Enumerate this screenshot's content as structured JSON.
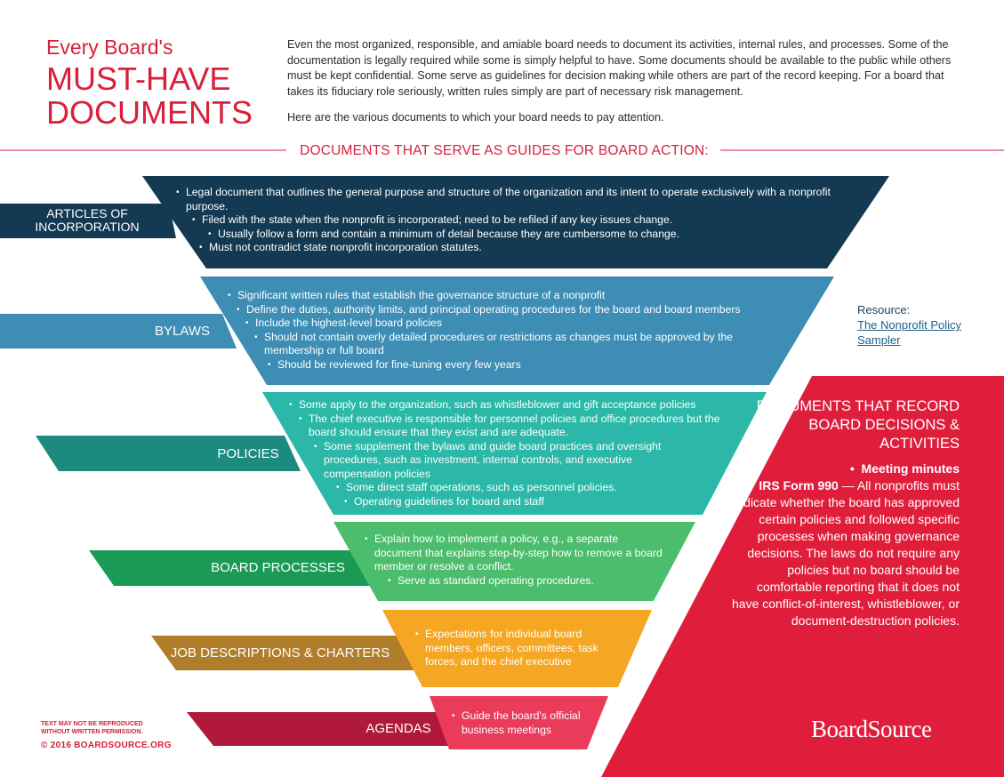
{
  "header": {
    "title_small": "Every Board's",
    "title_big_1": "MUST-HAVE",
    "title_big_2": "DOCUMENTS",
    "intro_p1": "Even the most organized, responsible, and amiable board needs to document its activities, internal rules, and processes. Some of the documentation is legally required while some is simply helpful to have. Some documents should be available to the public while others must be kept confidential. Some serve as guidelines for decision making while others are part of the record keeping. For a board that takes its fiduciary role seriously, written rules simply are part of necessary risk management.",
    "intro_p2": "Here are the various documents to which your board needs to pay attention."
  },
  "guides_heading": "DOCUMENTS THAT SERVE AS GUIDES  FOR BOARD ACTION:",
  "colors": {
    "articles": "#133a52",
    "bylaws": "#3d8db4",
    "policies": "#2bb8a8",
    "policies_dark": "#1d8a80",
    "processes": "#4cbd6c",
    "processes_dark": "#1b9a55",
    "jobs": "#f5a623",
    "jobs_dark": "#b07d2a",
    "agendas": "#ea3b5a",
    "agendas_dark": "#b0193a",
    "red_panel": "#e01e3c",
    "accent_red": "#d8203a"
  },
  "tiers": {
    "articles": {
      "label": "ARTICLES OF\nINCORPORATION",
      "bullets": [
        "Legal document that outlines the general purpose and structure of the organization and its intent to operate exclusively with a nonprofit purpose.",
        "Filed with the state when the nonprofit is incorporated; need to be refiled if any key issues change.",
        "Usually follow a form and contain a minimum of detail because they are cumbersome to change.",
        "Must not contradict state nonprofit incorporation statutes."
      ]
    },
    "bylaws": {
      "label": "BYLAWS",
      "bullets": [
        "Significant written rules that establish the governance structure of a nonprofit",
        "Define the duties, authority limits, and principal operating procedures for the board and board members",
        "Include the highest-level board policies",
        "Should not contain overly detailed procedures or restrictions as changes must be approved by the membership or full board",
        "Should be reviewed for fine-tuning every few years"
      ]
    },
    "policies": {
      "label": "POLICIES",
      "bullets": [
        "Some apply to the organization, such as whistleblower and gift acceptance policies",
        "The chief executive is responsible for personnel policies and office procedures but the board should ensure that they exist and are adequate.",
        "Some supplement the bylaws and guide board practices and oversight procedures, such as investment, internal controls, and executive compensation policies",
        "Some direct staff operations, such as personnel policies.",
        "Operating guidelines for board and staff"
      ]
    },
    "processes": {
      "label": "BOARD PROCESSES",
      "bullets": [
        "Explain how to implement a policy, e.g., a separate document that explains step-by-step how to remove a board member or resolve a conflict.",
        "Serve as standard operating procedures."
      ]
    },
    "jobs": {
      "label": "JOB DESCRIPTIONS & CHARTERS",
      "bullets": [
        "Expectations for individual board members, officers, committees, task forces, and the chief executive"
      ]
    },
    "agendas": {
      "label": "AGENDAS",
      "bullets": [
        "Guide the board's official business meetings"
      ]
    }
  },
  "resource": {
    "label": "Resource:",
    "link": "The Nonprofit Policy Sampler"
  },
  "record_panel": {
    "title": "DOCUMENTS THAT RECORD BOARD DECISIONS & ACTIVITIES",
    "item1": "Meeting minutes",
    "item2_lead": "IRS Form 990",
    "item2_text": " — All nonprofits must indicate whether the board has approved certain policies and followed specific processes when making governance decisions. The laws do not require any policies but no board should be comfortable reporting that it does not have conflict-of-interest, whistleblower, or document-destruction policies."
  },
  "footer": {
    "warning": "TEXT MAY NOT BE REPRODUCED\nWITHOUT WRITTEN PERMISSION.",
    "copyright": "© 2016 BOARDSOURCE.ORG",
    "brand": "BoardSource"
  }
}
